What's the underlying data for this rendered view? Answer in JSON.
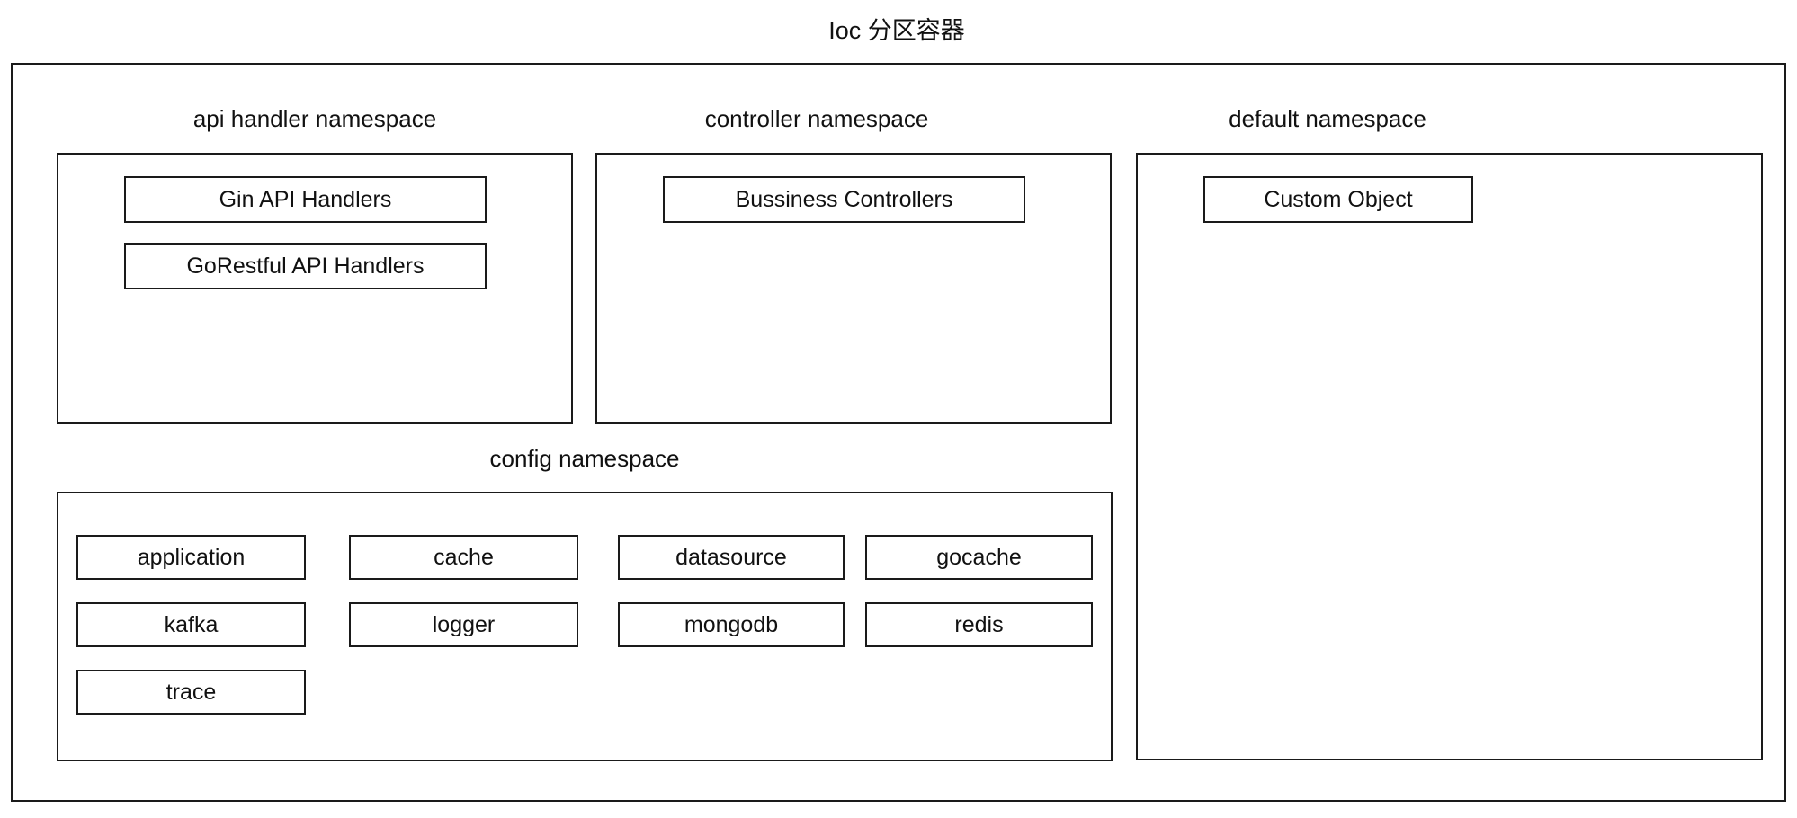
{
  "title": "Ioc 分区容器",
  "container": {
    "namespaces": [
      {
        "id": "api-handler",
        "label": "api handler namespace",
        "items": [
          "Gin API Handlers",
          "GoRestful API Handlers"
        ]
      },
      {
        "id": "controller",
        "label": "controller namespace",
        "items": [
          "Bussiness Controllers"
        ]
      },
      {
        "id": "default",
        "label": "default namespace",
        "items": [
          "Custom Object"
        ]
      },
      {
        "id": "config",
        "label": "config namespace",
        "items": [
          "application",
          "cache",
          "datasource",
          "gocache",
          "kafka",
          "logger",
          "mongodb",
          "redis",
          "trace"
        ]
      }
    ]
  },
  "colors": {
    "border": "#1a1a1a",
    "background": "#ffffff",
    "text": "#111111"
  }
}
